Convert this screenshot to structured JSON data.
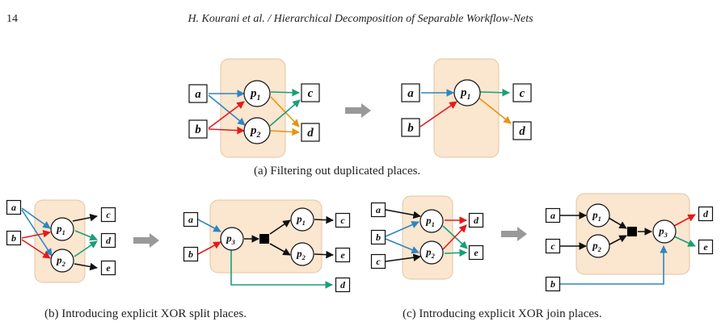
{
  "header": {
    "page_number": "14",
    "running_title": "H. Kourani et al. / Hierarchical Decomposition of Separable Workflow-Nets"
  },
  "captions": {
    "a": "(a) Filtering out duplicated places.",
    "b": "(b) Introducing explicit XOR split places.",
    "c": "(c) Introducing explicit XOR join places."
  },
  "labels": {
    "a": "a",
    "b": "b",
    "c": "c",
    "d": "d",
    "e": "e",
    "p1": "p",
    "p2": "p",
    "p3": "p",
    "sub1": "1",
    "sub2": "2",
    "sub3": "3"
  },
  "colors": {
    "region_fill": "#fbe6cf",
    "region_stroke": "#e0c6a0",
    "blue": "#2e86c1",
    "red": "#e31a1c",
    "green": "#1a9e77",
    "orange": "#e69512",
    "black": "#111111",
    "arrow_gray": "#999999"
  }
}
